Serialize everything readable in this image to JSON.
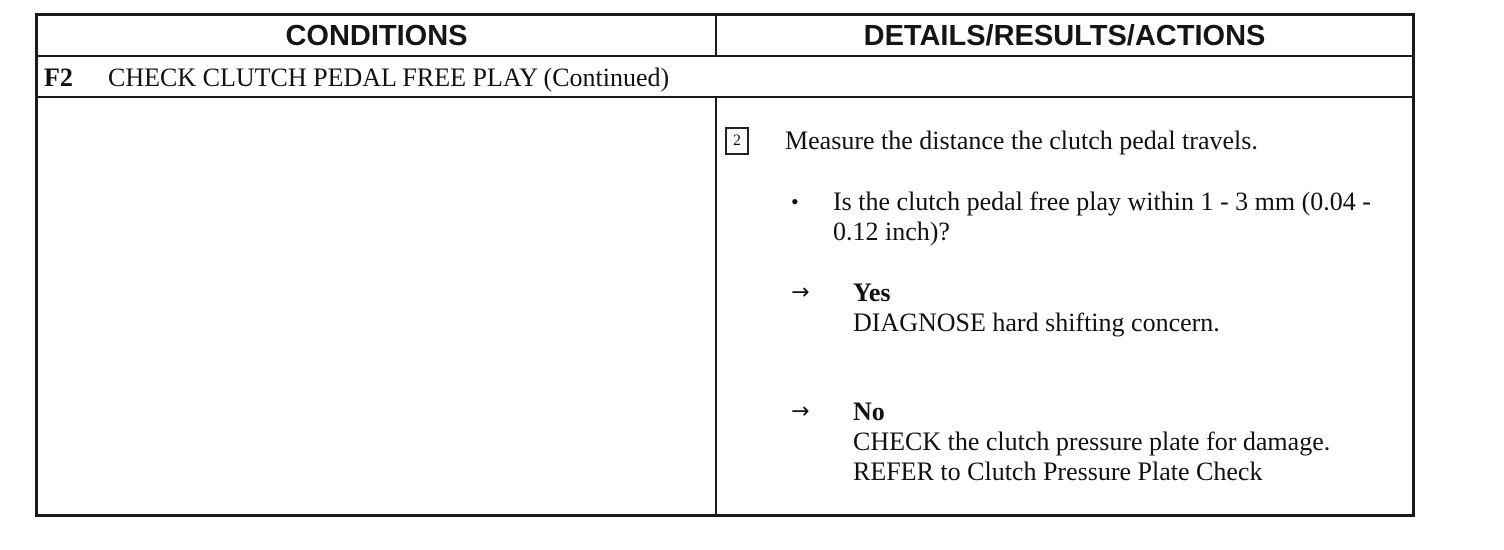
{
  "table": {
    "headers": {
      "conditions": "CONDITIONS",
      "details": "DETAILS/RESULTS/ACTIONS"
    },
    "section": {
      "code": "F2",
      "title": "CHECK CLUTCH PEDAL FREE PLAY (Continued)"
    },
    "step": {
      "number": "2",
      "instruction": "Measure the distance the clutch pedal travels.",
      "bullet_symbol": "•",
      "question": "Is the clutch pedal free play within 1 - 3 mm (0.04 - 0.12 inch)?",
      "arrow_symbol": "→",
      "yes": {
        "label": "Yes",
        "action": "DIAGNOSE hard shifting concern."
      },
      "no": {
        "label": "No",
        "action_line_1": "CHECK the clutch pressure plate for damage.",
        "action_line_2": "REFER to Clutch Pressure Plate Check"
      }
    }
  }
}
